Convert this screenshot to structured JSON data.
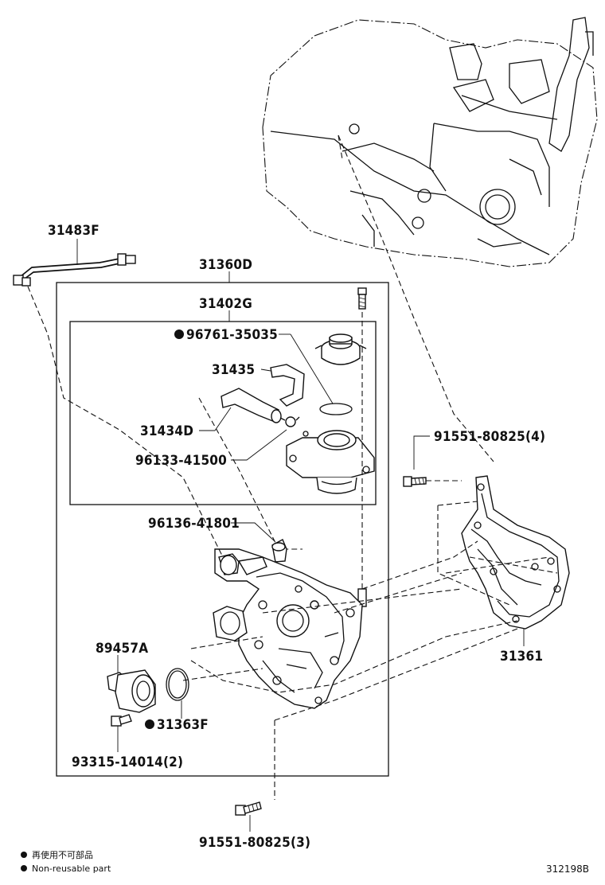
{
  "labels": {
    "p31483F": "31483F",
    "p31360D": "31360D",
    "p31402G": "31402G",
    "p96761": "96761-35035",
    "p31435": "31435",
    "p31434D": "31434D",
    "p96133": "96133-41500",
    "p96136": "96136-41801",
    "p91551_4": "91551-80825(4)",
    "p89457A": "89457A",
    "p31363F": "31363F",
    "p93315": "93315-14014(2)",
    "p31361": "31361",
    "p91551_3": "91551-80825(3)"
  },
  "legend": {
    "line1": "再使用不可部品",
    "line2": "Non-reusable part"
  },
  "ref_code": "312198B",
  "colors": {
    "line": "#111111",
    "background": "#ffffff"
  }
}
